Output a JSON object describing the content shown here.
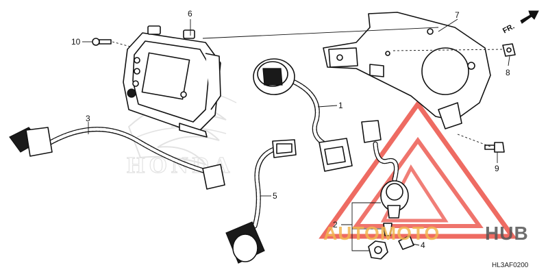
{
  "diagram": {
    "callouts": [
      "1",
      "2",
      "3",
      "4",
      "5",
      "6",
      "7",
      "8",
      "9",
      "10"
    ],
    "direction_label": "FR.",
    "reference_code": "HL3AF0200"
  },
  "watermark": {
    "brand_part_a": "AUTOMOTO",
    "brand_part_b": "HUB",
    "colors": {
      "triangle": "#e8392e",
      "text_a": "#f2b650",
      "text_b": "#555555"
    }
  },
  "background_mark": {
    "text": "HONDA"
  }
}
